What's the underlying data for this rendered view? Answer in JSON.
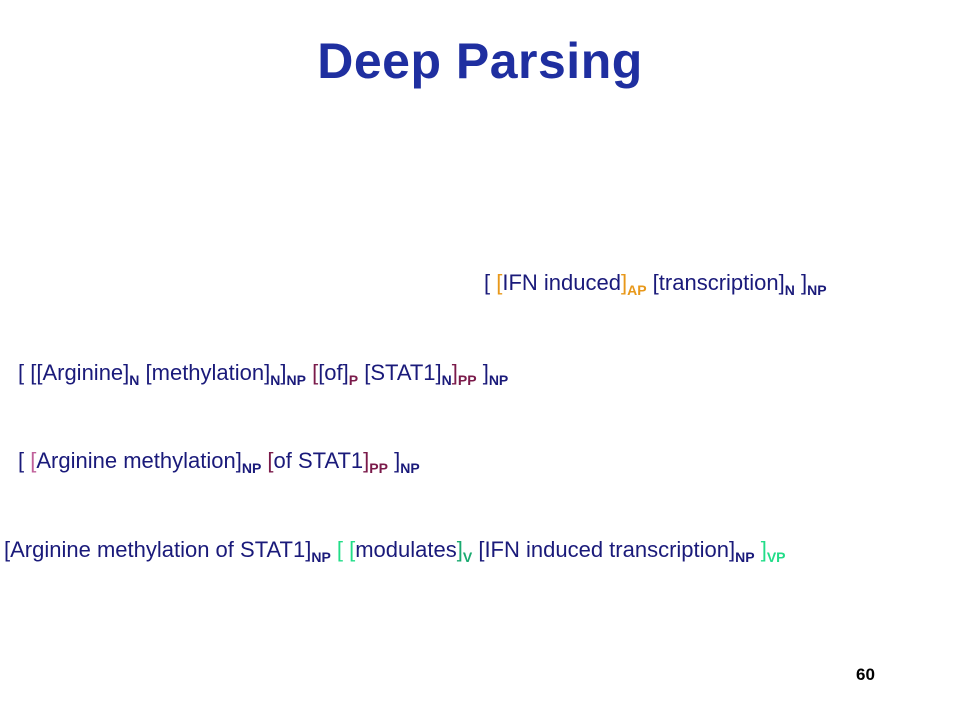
{
  "slide": {
    "title": "Deep Parsing",
    "page_number": "60"
  },
  "colors": {
    "navy": "#1a1a7a",
    "ap": "#e8981a",
    "pp": "#7a1a4a",
    "v": "#1aaa70",
    "vp": "#22dd88",
    "np_outer": "#c0609a"
  },
  "lines": [
    {
      "id": "line1",
      "tokens": [
        {
          "text": "[ ",
          "color": "#1a1a7a"
        },
        {
          "text": "[",
          "color": "#e8981a"
        },
        {
          "text": "IFN induced",
          "color": "#1a1a7a"
        },
        {
          "text": "]",
          "color": "#e8981a"
        },
        {
          "text": "AP",
          "color": "#e8981a",
          "sub": true
        },
        {
          "text": " [transcription]",
          "color": "#1a1a7a"
        },
        {
          "text": "N",
          "color": "#1a1a7a",
          "sub": true
        },
        {
          "text": " ]",
          "color": "#1a1a7a"
        },
        {
          "text": "NP",
          "color": "#1a1a7a",
          "sub": true
        }
      ]
    },
    {
      "id": "line2",
      "tokens": [
        {
          "text": "[ [[Arginine]",
          "color": "#1a1a7a"
        },
        {
          "text": "N",
          "color": "#1a1a7a",
          "sub": true
        },
        {
          "text": " [methylation]",
          "color": "#1a1a7a"
        },
        {
          "text": "N",
          "color": "#1a1a7a",
          "sub": true
        },
        {
          "text": "]",
          "color": "#1a1a7a"
        },
        {
          "text": "NP",
          "color": "#1a1a7a",
          "sub": true
        },
        {
          "text": " [",
          "color": "#7a1a4a"
        },
        {
          "text": "[of]",
          "color": "#1a1a7a"
        },
        {
          "text": "P",
          "color": "#7a1a4a",
          "sub": true
        },
        {
          "text": " [STAT1]",
          "color": "#1a1a7a"
        },
        {
          "text": "N",
          "color": "#1a1a7a",
          "sub": true
        },
        {
          "text": "]",
          "color": "#7a1a4a"
        },
        {
          "text": "PP",
          "color": "#7a1a4a",
          "sub": true
        },
        {
          "text": " ]",
          "color": "#1a1a7a"
        },
        {
          "text": "NP",
          "color": "#1a1a7a",
          "sub": true
        }
      ]
    },
    {
      "id": "line3",
      "tokens": [
        {
          "text": "[ ",
          "color": "#1a1a7a"
        },
        {
          "text": "[",
          "color": "#c0609a"
        },
        {
          "text": "Arginine methylation",
          "color": "#1a1a7a"
        },
        {
          "text": "]",
          "color": "#1a1a7a"
        },
        {
          "text": "NP",
          "color": "#1a1a7a",
          "sub": true
        },
        {
          "text": " [",
          "color": "#7a1a4a"
        },
        {
          "text": "of STAT1",
          "color": "#1a1a7a"
        },
        {
          "text": "]",
          "color": "#7a1a4a"
        },
        {
          "text": "PP",
          "color": "#7a1a4a",
          "sub": true
        },
        {
          "text": " ]",
          "color": "#1a1a7a"
        },
        {
          "text": "NP",
          "color": "#1a1a7a",
          "sub": true
        }
      ]
    },
    {
      "id": "line4",
      "tokens": [
        {
          "text": "[Arginine methylation of STAT1]",
          "color": "#1a1a7a"
        },
        {
          "text": "NP",
          "color": "#1a1a7a",
          "sub": true
        },
        {
          "text": " [ [",
          "color": "#22dd88"
        },
        {
          "text": "modulates",
          "color": "#1a1a7a"
        },
        {
          "text": "]",
          "color": "#1aaa70"
        },
        {
          "text": "V",
          "color": "#1aaa70",
          "sub": true
        },
        {
          "text": " [IFN induced transcription]",
          "color": "#1a1a7a"
        },
        {
          "text": "NP",
          "color": "#1a1a7a",
          "sub": true
        },
        {
          "text": " ]",
          "color": "#22dd88"
        },
        {
          "text": "VP",
          "color": "#22dd88",
          "sub": true
        }
      ]
    }
  ]
}
